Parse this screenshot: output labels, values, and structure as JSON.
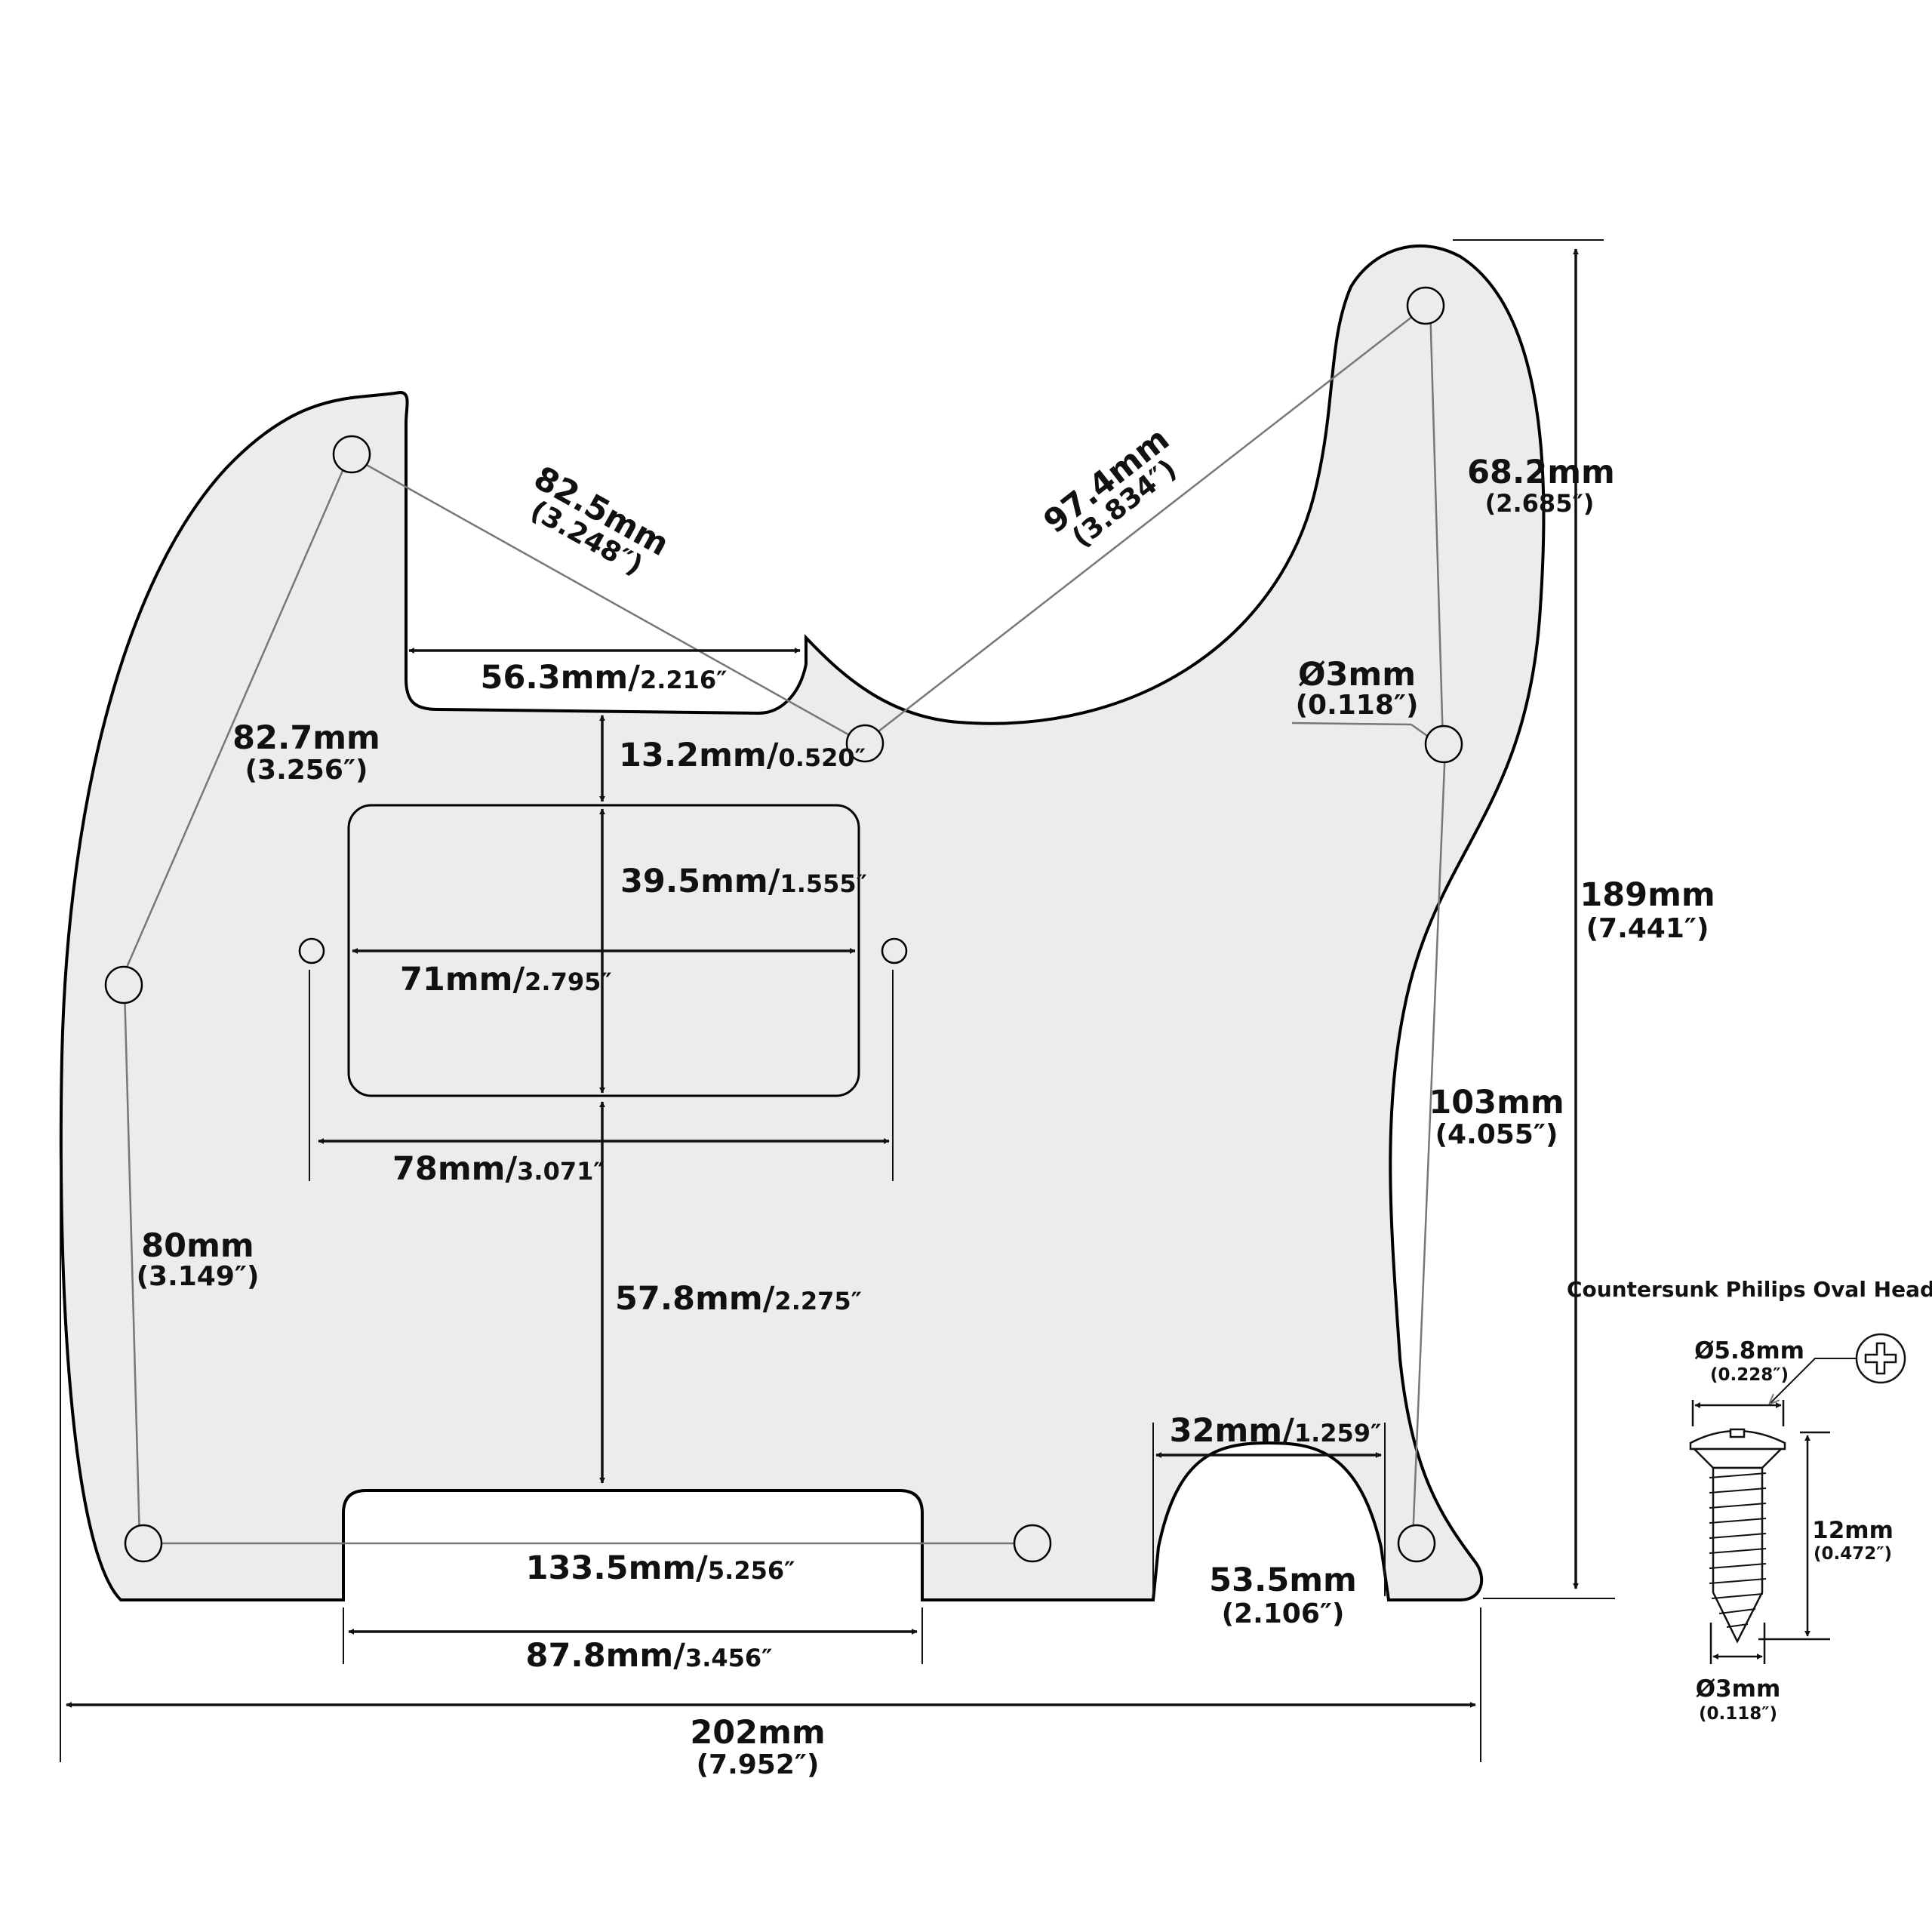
{
  "colors": {
    "plate_fill": "#ececec",
    "outline": "#000000",
    "dim_line": "#6a6a6a",
    "text": "#111111"
  },
  "dimensions": {
    "top_left_diag": {
      "mm": "82.5mm",
      "in": "(3.248″)"
    },
    "top_right_diag": {
      "mm": "97.4mm",
      "in": "(3.834″)"
    },
    "right_upper": {
      "mm": "68.2mm",
      "in": "(2.685″)"
    },
    "hole_dia": {
      "mm": "Ø3mm",
      "in": "(0.118″)"
    },
    "total_height": {
      "mm": "189mm",
      "in": "(7.441″)"
    },
    "right_lower": {
      "mm": "103mm",
      "in": "(4.055″)"
    },
    "neck_slot_width": {
      "mm": "56.3mm/",
      "in": "2.216″"
    },
    "slot_gap": {
      "mm": "13.2mm/",
      "in": "0.520″"
    },
    "pickup_height": {
      "mm": "39.5mm/",
      "in": "1.555″"
    },
    "pickup_width": {
      "mm": "71mm/",
      "in": "2.795″"
    },
    "mount_spacing": {
      "mm": "78mm/",
      "in": "3.071″"
    },
    "left_upper": {
      "mm": "82.7mm",
      "in": "(3.256″)"
    },
    "left_lower": {
      "mm": "80mm",
      "in": "(3.149″)"
    },
    "pickup_to_bottom": {
      "mm": "57.8mm/",
      "in": "2.275″"
    },
    "bottom_holes": {
      "mm": "133.5mm/",
      "in": "5.256″"
    },
    "bridge_cutout": {
      "mm": "87.8mm/",
      "in": "3.456″"
    },
    "arch_width": {
      "mm": "32mm/",
      "in": "1.259″"
    },
    "arch_to_edge": {
      "mm": "53.5mm",
      "in": "(2.106″)"
    },
    "total_width": {
      "mm": "202mm",
      "in": "(7.952″)"
    }
  },
  "screw": {
    "title": "Countersunk Philips Oval Head",
    "head_dia": {
      "mm": "Ø5.8mm",
      "in": "(0.228″)"
    },
    "length": {
      "mm": "12mm",
      "in": "(0.472″)"
    },
    "shank_dia": {
      "mm": "Ø3mm",
      "in": "(0.118″)"
    }
  }
}
